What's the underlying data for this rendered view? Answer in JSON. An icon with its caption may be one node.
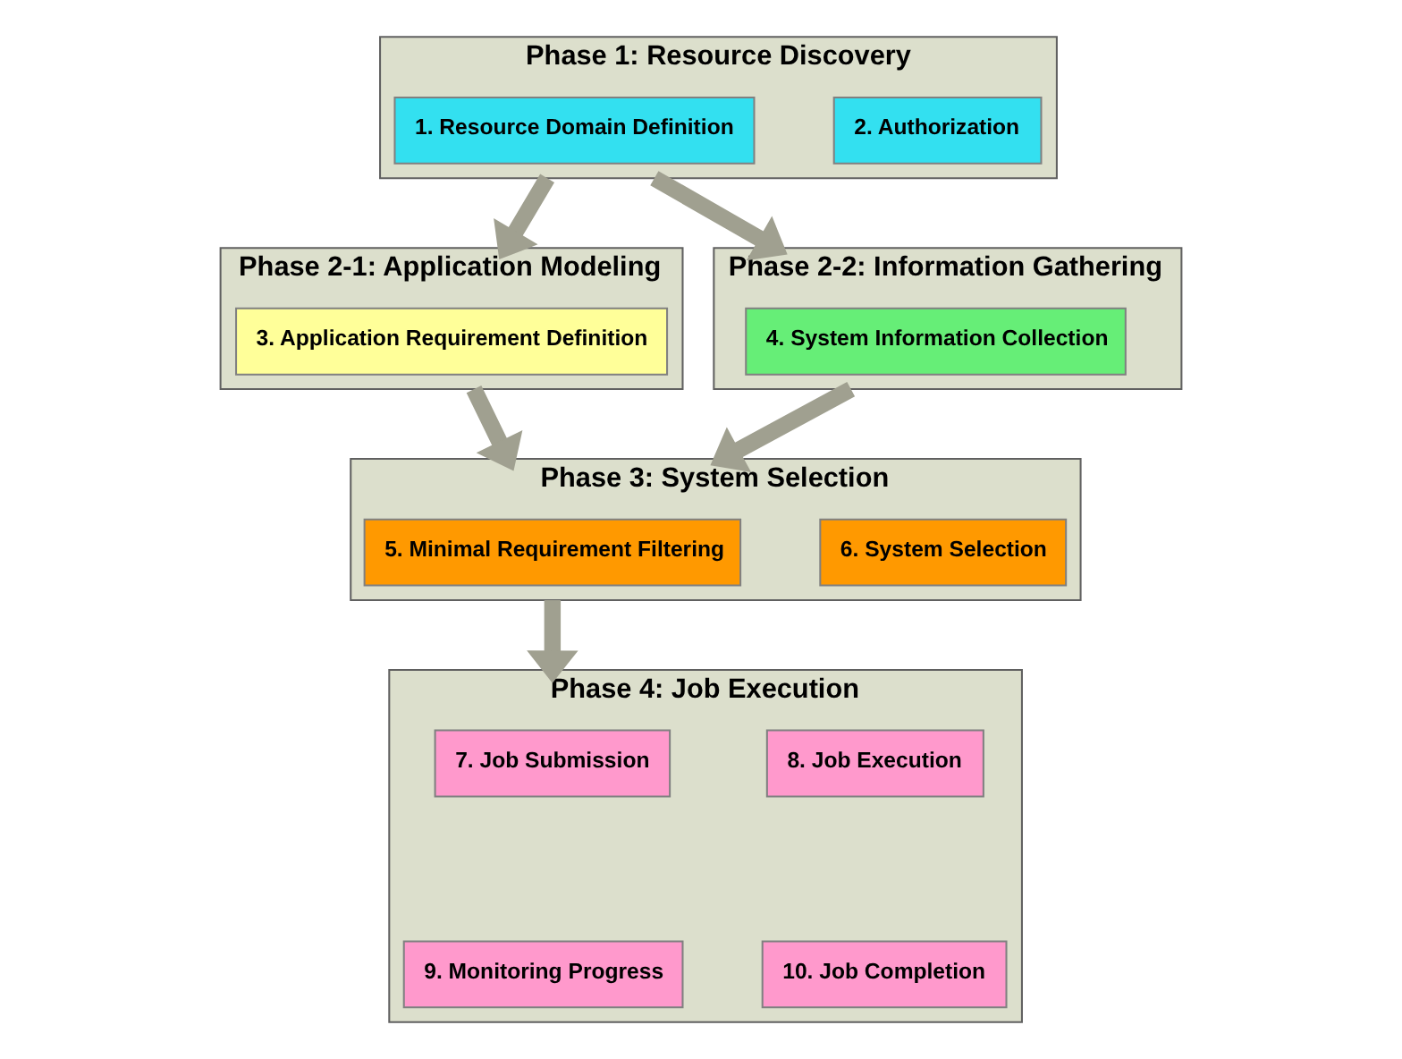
{
  "diagram": {
    "nodes": [
      {
        "text": [
          "Phase 1: Resource Discovery"
        ]
      },
      {
        "text": [
          "1. Resource Domain Definition"
        ],
        "in": 0
      },
      {
        "text": [
          "2. Authorization"
        ],
        "in": 0
      },
      {
        "text": [
          "Phase 2-1: Application Modeling"
        ]
      },
      {
        "text": [
          "3. Application Requirement Definition"
        ],
        "in": 3
      },
      {
        "text": [
          "Phase 2-2: Information Gathering"
        ]
      },
      {
        "text": [
          "4. System Information Collection"
        ],
        "in": 5
      },
      {
        "text": [
          "Phase 3: System Selection"
        ]
      },
      {
        "text": [
          "5. Minimal Requirement Filtering"
        ],
        "in": 7
      },
      {
        "text": [
          "6. System Selection"
        ],
        "in": 7
      },
      {
        "text": [
          "Phase 4: Job Execution"
        ]
      },
      {
        "text": [
          "7. Job Submission"
        ],
        "in": 10
      },
      {
        "text": [
          "8. Job Execution"
        ],
        "in": 10
      },
      {
        "text": [
          "9. Monitoring Progress"
        ],
        "in": 10
      },
      {
        "text": [
          "10. Job Completion"
        ],
        "in": 10
      }
    ],
    "edges": [
      {
        "from": 0,
        "to": 3,
        "arrow": "to"
      },
      {
        "from": 0,
        "to": 5,
        "arrow": "to"
      },
      {
        "from": 3,
        "to": 7,
        "arrow": "to"
      },
      {
        "from": 5,
        "to": 7,
        "arrow": "to"
      },
      {
        "from": 7,
        "to": 10,
        "arrow": "to"
      }
    ]
  }
}
